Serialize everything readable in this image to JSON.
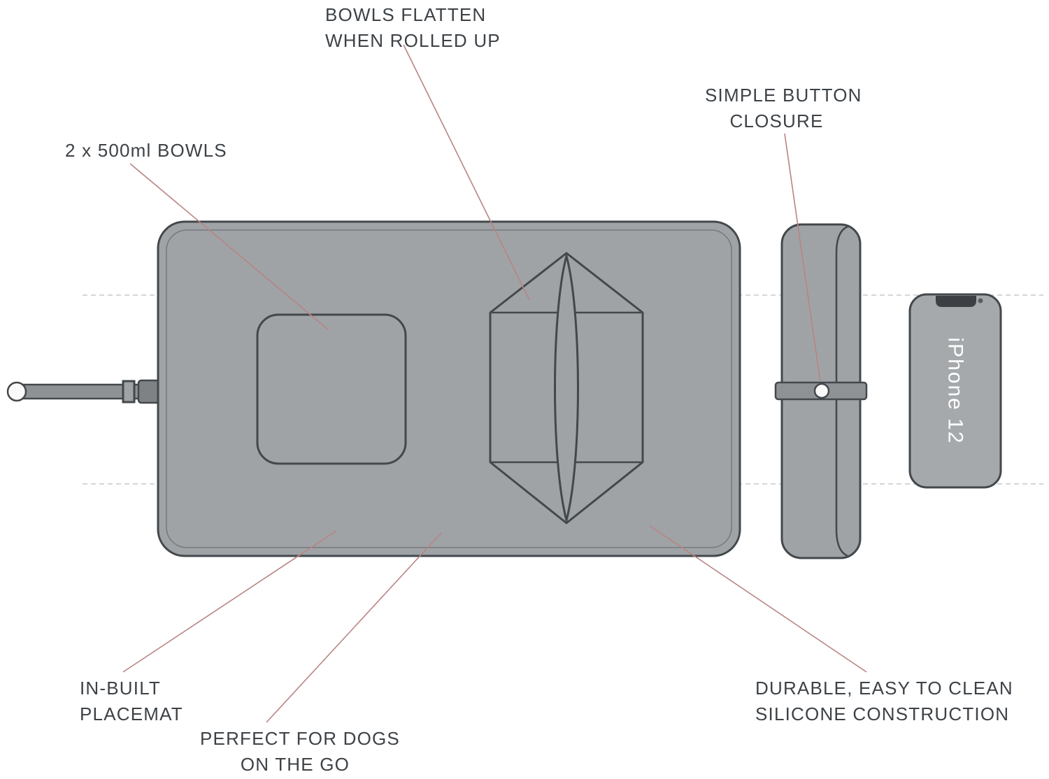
{
  "title": "Collapsible silicone dog bowl travel mat feature diagram",
  "colors": {
    "mat_fill": "#9fa3a6",
    "outline": "#43484c",
    "strap_fill": "#8f9295",
    "tab_fill": "#7e8285",
    "annotation_line": "#b98484",
    "dashed_line": "#c9c9c9",
    "text": "#3d4247",
    "phone_fill": "#a6a9ac",
    "phone_text": "#ffffff"
  },
  "labels": {
    "bowls": "2 x 500ml BOWLS",
    "flatten_line1": "BOWLS FLATTEN",
    "flatten_line2": "WHEN ROLLED UP",
    "button_line1": "SIMPLE BUTTON",
    "button_line2": "CLOSURE",
    "placemat_line1": "IN-BUILT",
    "placemat_line2": "PLACEMAT",
    "dogs_line1": "PERFECT FOR DOGS",
    "dogs_line2": "ON THE GO",
    "durable_line1": "DURABLE, EASY TO CLEAN",
    "durable_line2": "SILICONE CONSTRUCTION"
  },
  "phone": {
    "label": "iPhone 12"
  }
}
